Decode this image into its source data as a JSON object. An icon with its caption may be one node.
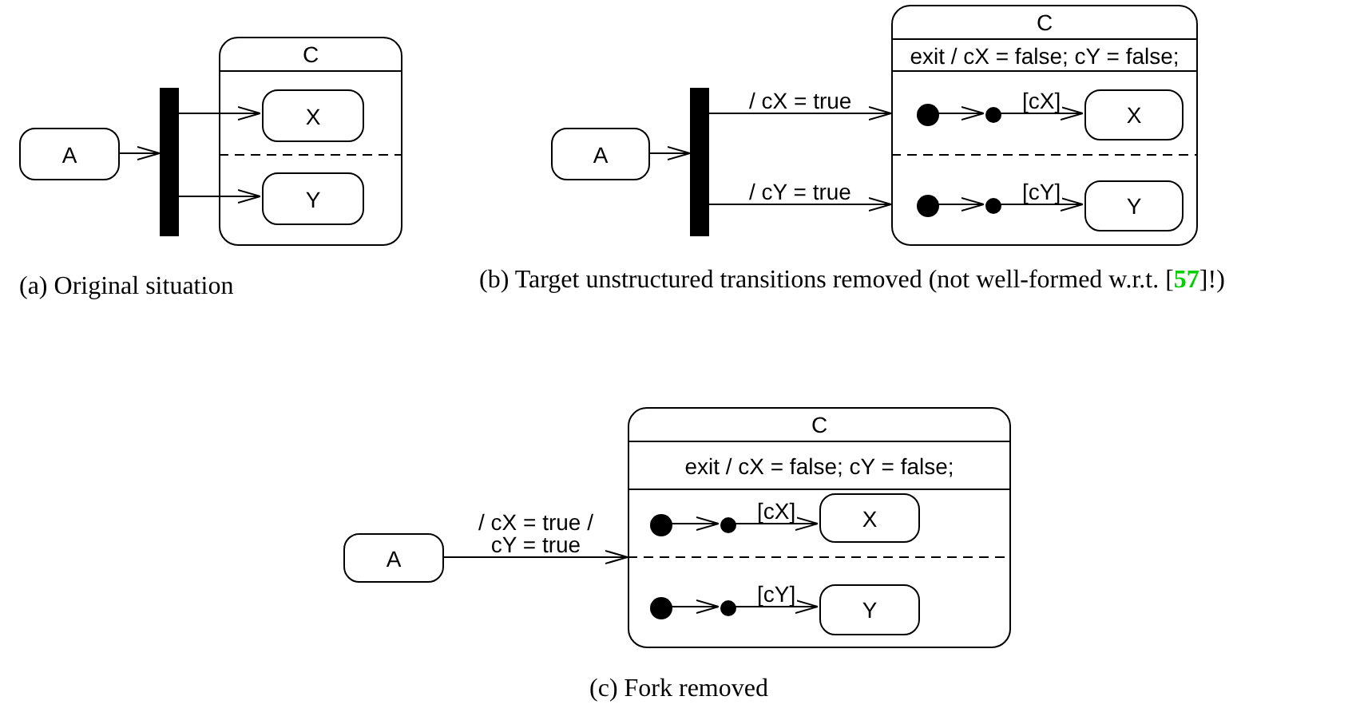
{
  "diagram": {
    "nodes": [
      {
        "text": [
          "A"
        ]
      },
      {
        "text": [],
        "shape": "bar"
      },
      {
        "text": [
          "C"
        ]
      },
      {
        "text": [
          "X"
        ],
        "in": 2
      },
      {
        "text": [
          "Y"
        ],
        "in": 2
      },
      {
        "text": [
          "A"
        ]
      },
      {
        "text": [],
        "shape": "bar"
      },
      {
        "text": [
          "C",
          "exit / cX = false; cY = false;"
        ]
      },
      {
        "text": [],
        "shape": "circle",
        "in": 7
      },
      {
        "text": [],
        "shape": "circle",
        "in": 7
      },
      {
        "text": [
          "X"
        ],
        "in": 7
      },
      {
        "text": [],
        "shape": "circle",
        "in": 7
      },
      {
        "text": [],
        "shape": "circle",
        "in": 7
      },
      {
        "text": [
          "Y"
        ],
        "in": 7
      },
      {
        "text": [
          "A"
        ]
      },
      {
        "text": [
          "C",
          "exit / cX = false; cY = false;"
        ]
      },
      {
        "text": [],
        "shape": "circle",
        "in": 15
      },
      {
        "text": [],
        "shape": "circle",
        "in": 15
      },
      {
        "text": [
          "X"
        ],
        "in": 15
      },
      {
        "text": [],
        "shape": "circle",
        "in": 15
      },
      {
        "text": [],
        "shape": "circle",
        "in": 15
      },
      {
        "text": [
          "Y"
        ],
        "in": 15
      }
    ],
    "edges": [
      {
        "from": 0,
        "to": 1,
        "arrow": "to"
      },
      {
        "from": 1,
        "to": 3,
        "arrow": "to"
      },
      {
        "from": 1,
        "to": 4,
        "arrow": "to"
      },
      {
        "from": 5,
        "to": 6,
        "arrow": "to"
      },
      {
        "from": 6,
        "to": 7,
        "arrow": "to",
        "label": "/ cX = true"
      },
      {
        "from": 6,
        "to": 7,
        "arrow": "to",
        "label": "/ cY = true"
      },
      {
        "from": 8,
        "to": 9,
        "arrow": "to"
      },
      {
        "from": 9,
        "to": 10,
        "arrow": "to",
        "label": "[cX]"
      },
      {
        "from": 11,
        "to": 12,
        "arrow": "to"
      },
      {
        "from": 12,
        "to": 13,
        "arrow": "to",
        "label": "[cY]"
      },
      {
        "from": 14,
        "to": 15,
        "arrow": "to",
        "label": "/ cX = true / cY = true"
      },
      {
        "from": 16,
        "to": 17,
        "arrow": "to"
      },
      {
        "from": 17,
        "to": 18,
        "arrow": "to",
        "label": "[cX]"
      },
      {
        "from": 19,
        "to": 20,
        "arrow": "to"
      },
      {
        "from": 20,
        "to": 21,
        "arrow": "to",
        "label": "[cY]"
      }
    ],
    "labels": [
      "(a) Original situation",
      "(b) Target unstructured transitions removed (not well-formed w.r.t. [**57**]!)",
      "(c) Fork removed"
    ]
  }
}
